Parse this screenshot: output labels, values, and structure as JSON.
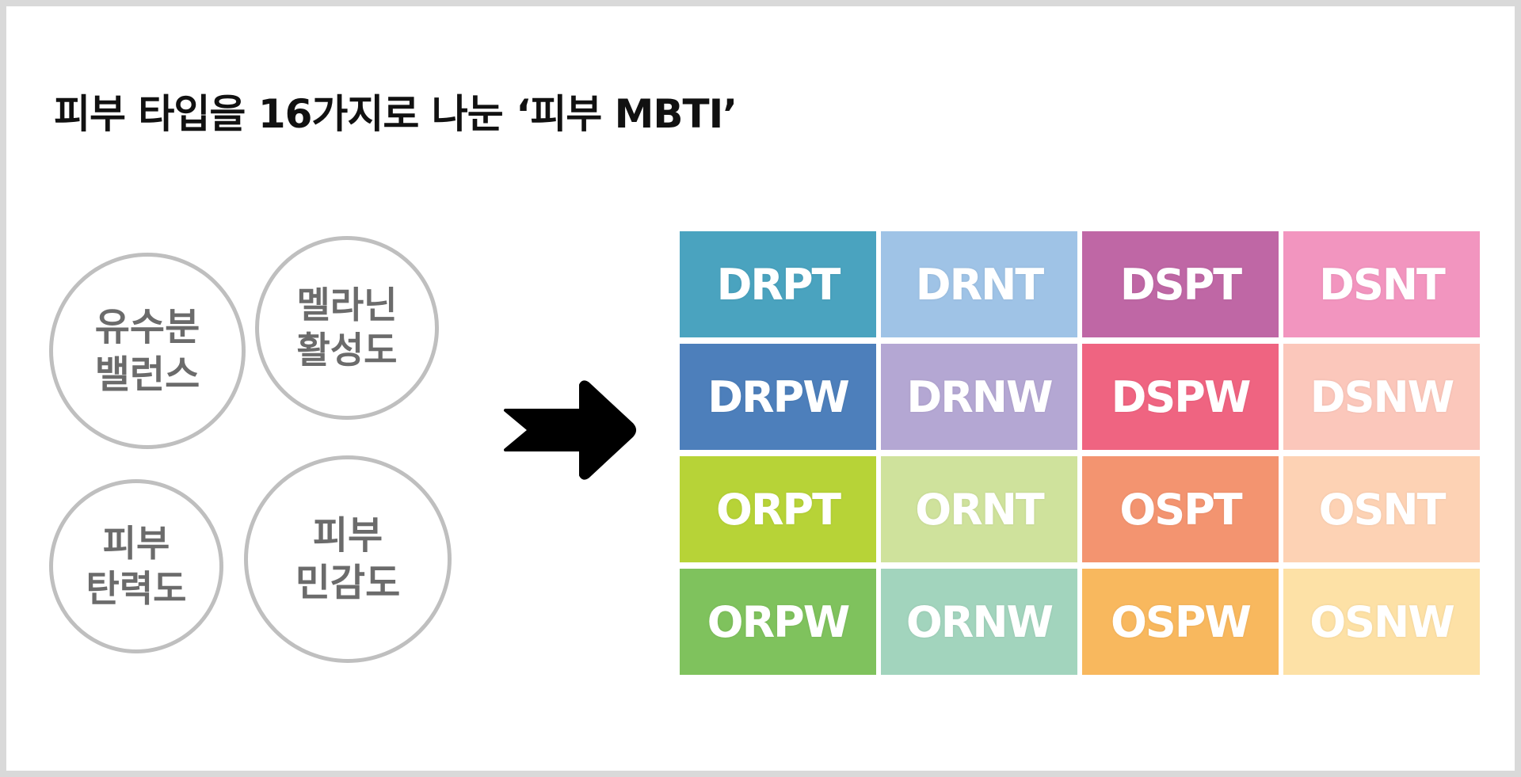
{
  "title": "피부 타입을 16가지로 나눈 ‘피부 MBTI’",
  "factors": [
    {
      "line1": "유수분",
      "line2": "밸런스"
    },
    {
      "line1": "멜라닌",
      "line2": "활성도"
    },
    {
      "line1": "피부",
      "line2": "탄력도"
    },
    {
      "line1": "피부",
      "line2": "민감도"
    }
  ],
  "arrow_icon": "right-arrow-icon",
  "types": [
    {
      "label": "DRPT",
      "color": "#4aa3bf"
    },
    {
      "label": "DRNT",
      "color": "#9fc3e6"
    },
    {
      "label": "DSPT",
      "color": "#bf67a5"
    },
    {
      "label": "DSNT",
      "color": "#f295bf"
    },
    {
      "label": "DRPW",
      "color": "#4d7fbb"
    },
    {
      "label": "DRNW",
      "color": "#b4a7d3"
    },
    {
      "label": "DSPW",
      "color": "#ef6481"
    },
    {
      "label": "DSNW",
      "color": "#fbc7bb"
    },
    {
      "label": "ORPT",
      "color": "#b7d337"
    },
    {
      "label": "ORNT",
      "color": "#cfe29c"
    },
    {
      "label": "OSPT",
      "color": "#f39470"
    },
    {
      "label": "OSNT",
      "color": "#fdd2b4"
    },
    {
      "label": "ORPW",
      "color": "#7fc25d"
    },
    {
      "label": "ORNW",
      "color": "#a2d4bd"
    },
    {
      "label": "OSPW",
      "color": "#f8b85e"
    },
    {
      "label": "OSNW",
      "color": "#fde1a6"
    }
  ]
}
